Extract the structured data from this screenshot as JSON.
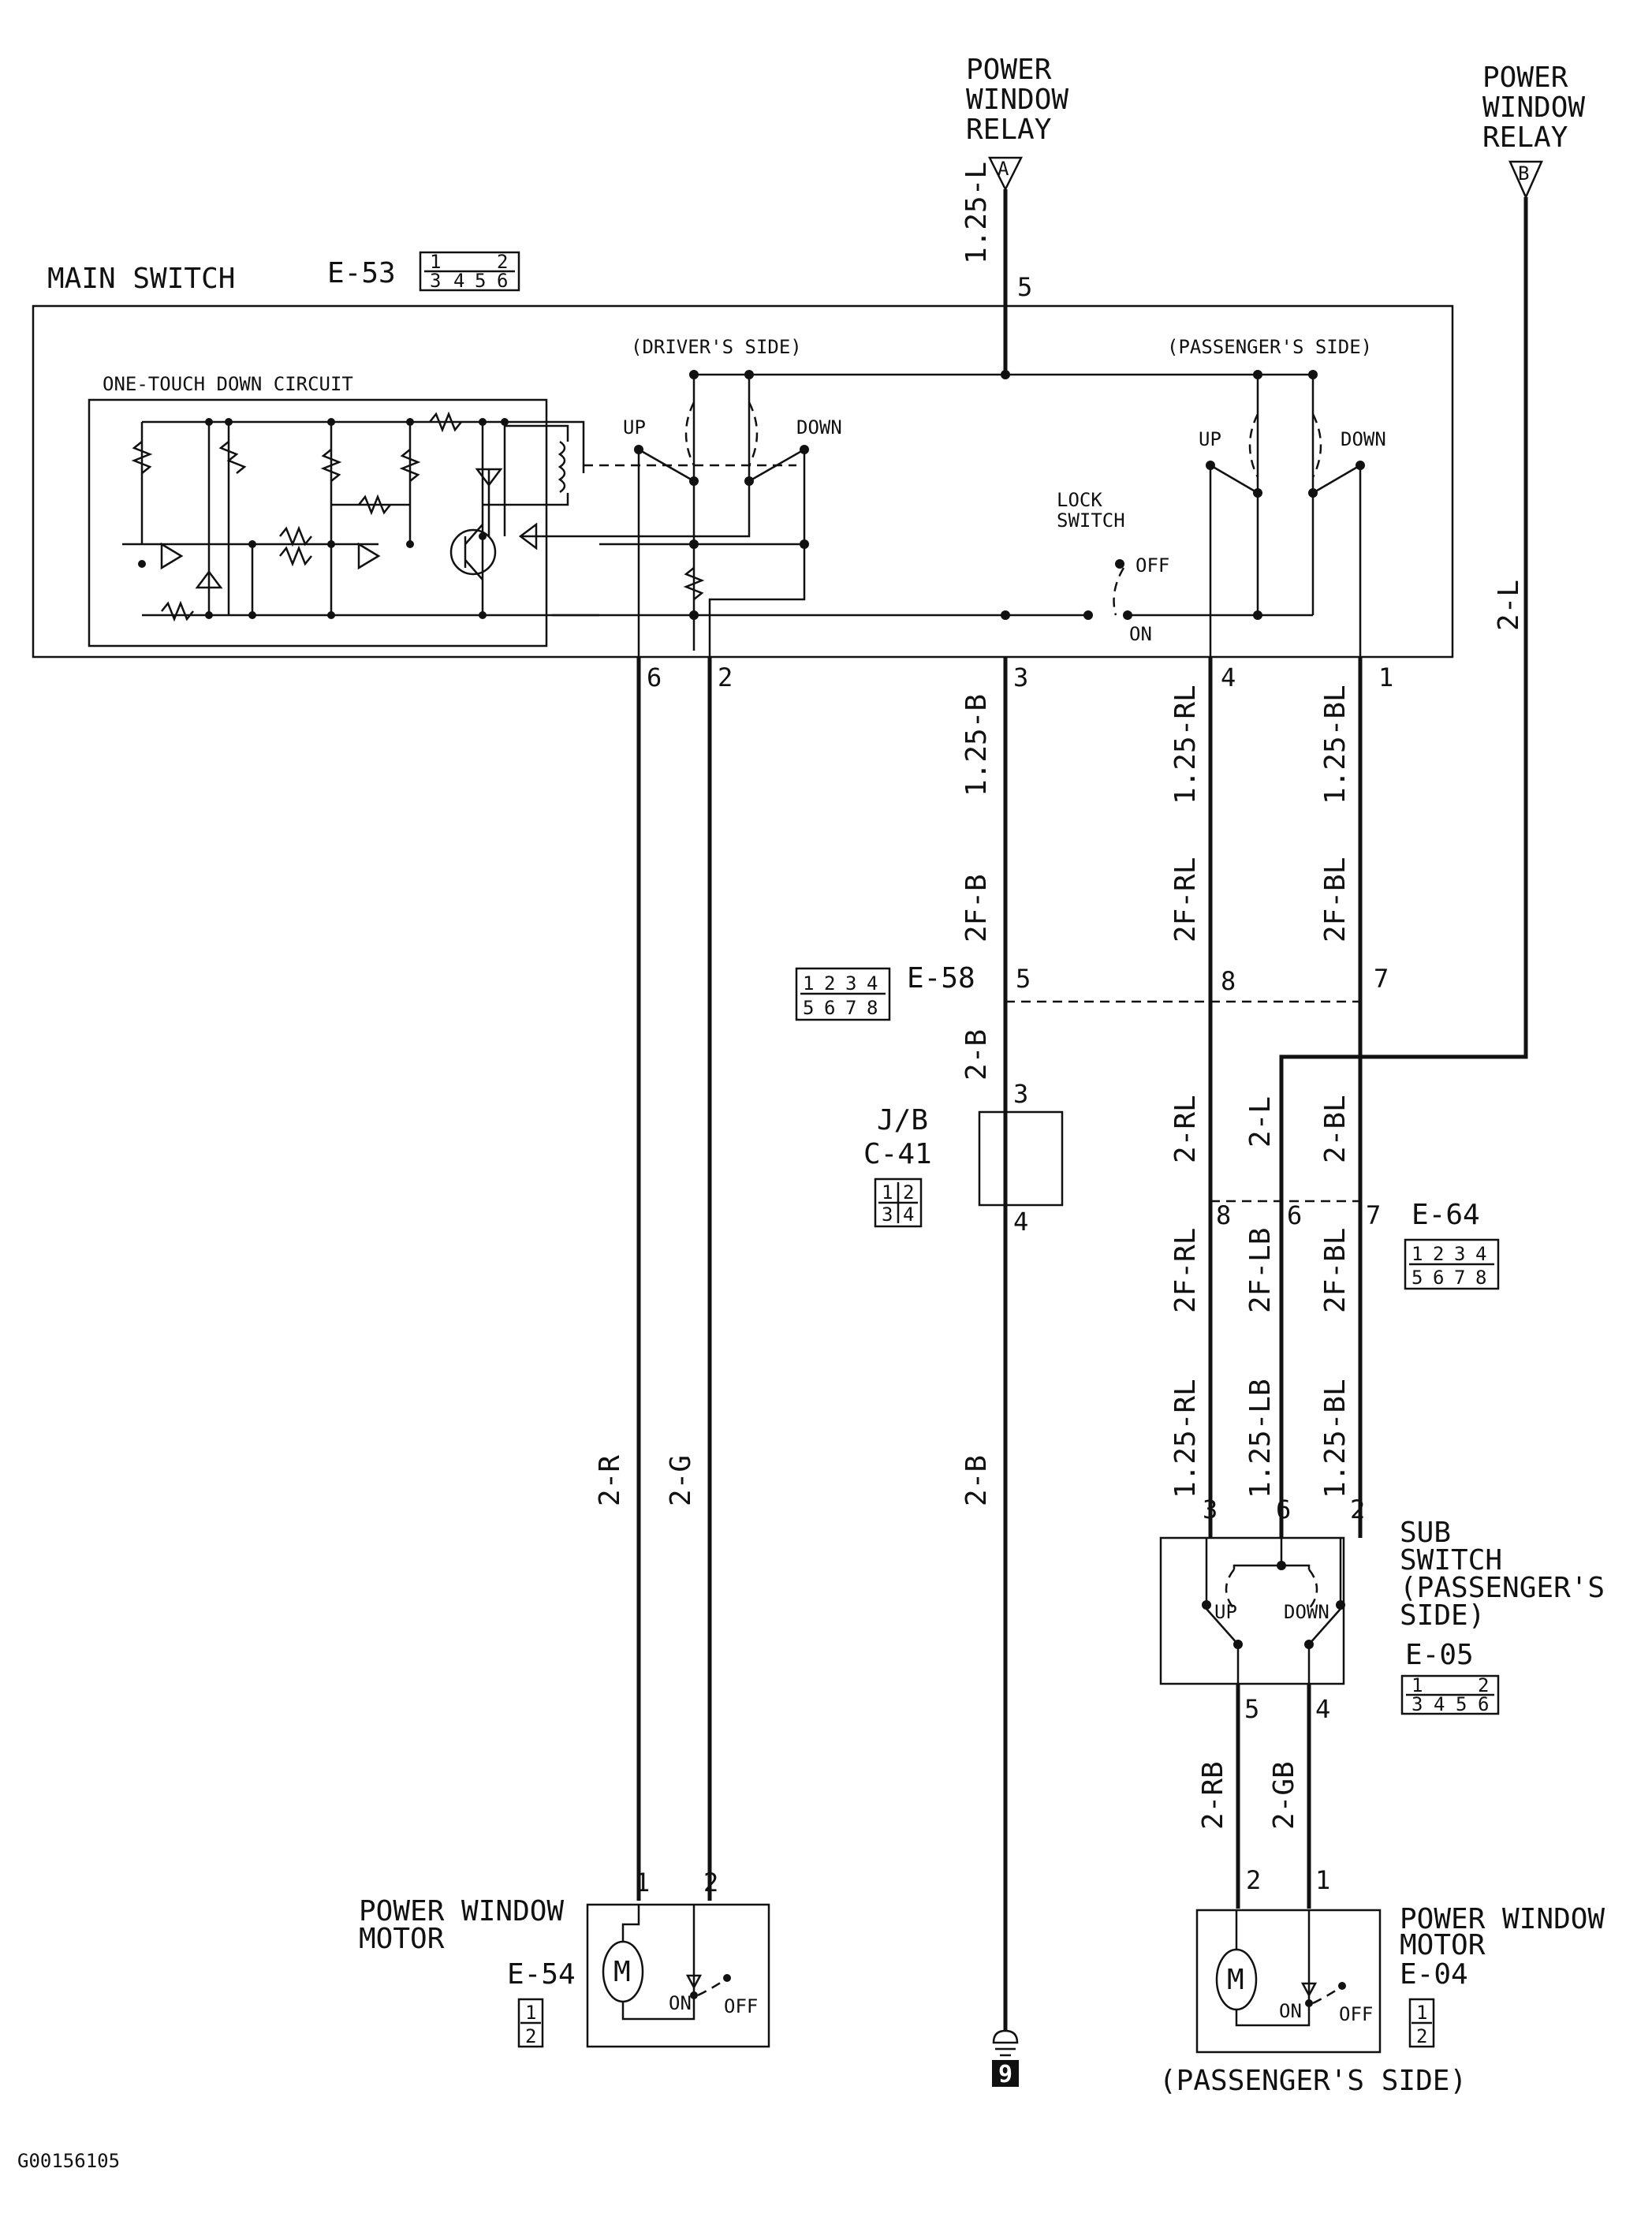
{
  "relay_a": {
    "label_lines": [
      "POWER",
      "WINDOW",
      "RELAY"
    ],
    "terminal": "A"
  },
  "relay_b": {
    "label_lines": [
      "POWER",
      "WINDOW",
      "RELAY"
    ],
    "terminal": "B"
  },
  "main_switch": {
    "label": "MAIN SWITCH",
    "connector": "E-53",
    "connector_pins_top": [
      "1",
      "2"
    ],
    "connector_pins_bottom": [
      "3",
      "4",
      "5",
      "6"
    ],
    "one_touch_label": "ONE-TOUCH DOWN CIRCUIT",
    "drivers_side": "(DRIVER'S SIDE)",
    "passengers_side": "(PASSENGER'S SIDE)",
    "up": "UP",
    "down": "DOWN",
    "lock_switch_lines": [
      "LOCK",
      "SWITCH"
    ],
    "off": "OFF",
    "on": "ON"
  },
  "wires": {
    "relay_a_wire": "1.25-L",
    "relay_b_wire": "2-L",
    "pin5": "5",
    "pin6": "6",
    "pin2": "2",
    "pin3": "3",
    "pin4": "4",
    "pin1": "1",
    "w_3_upper": "1.25-B",
    "w_3_lower": "2F-B",
    "w_4_upper": "1.25-RL",
    "w_4_lower": "2F-RL",
    "w_1_upper": "1.25-BL",
    "w_1_lower": "2F-BL",
    "w_driver_motor_1": "2-R",
    "w_driver_motor_2": "2-G",
    "w_ground": "2-B",
    "w_jb_top": "2-B",
    "w_mid_rl": "2-RL",
    "w_mid_l": "2-L",
    "w_mid_bl": "2-BL",
    "w_low_rl": "2F-RL",
    "w_low_lb": "2F-LB",
    "w_low_bl": "2F-BL",
    "w_sub_rl": "1.25-RL",
    "w_sub_lb": "1.25-LB",
    "w_sub_bl": "1.25-BL",
    "w_motor_rb": "2-RB",
    "w_motor_gb": "2-GB"
  },
  "e58": {
    "label": "E-58",
    "pins_top": [
      "1",
      "2",
      "3",
      "4"
    ],
    "pins_bottom": [
      "5",
      "6",
      "7",
      "8"
    ],
    "p5": "5",
    "p8": "8",
    "p7": "7"
  },
  "jb": {
    "label": "J/B",
    "connector": "C-41",
    "pins_top": [
      "1",
      "2"
    ],
    "pins_bottom": [
      "3",
      "4"
    ],
    "p3": "3",
    "p4": "4"
  },
  "e64": {
    "label": "E-64",
    "pins_top": [
      "1",
      "2",
      "3",
      "4"
    ],
    "pins_bottom": [
      "5",
      "6",
      "7",
      "8"
    ],
    "p8": "8",
    "p6": "6",
    "p7": "7"
  },
  "sub_switch": {
    "label_lines": [
      "SUB",
      "SWITCH",
      "(PASSENGER'S",
      "SIDE)"
    ],
    "connector": "E-05",
    "connector_pins_top": [
      "1",
      "2"
    ],
    "connector_pins_bottom": [
      "3",
      "4",
      "5",
      "6"
    ],
    "up": "UP",
    "down": "DOWN",
    "p3": "3",
    "p6": "6",
    "p2": "2",
    "p5": "5",
    "p4": "4"
  },
  "driver_motor": {
    "label_lines": [
      "POWER WINDOW",
      "MOTOR"
    ],
    "connector": "E-54",
    "pins": [
      "1",
      "2"
    ],
    "p1": "1",
    "p2": "2",
    "m": "M",
    "on": "ON",
    "off": "OFF"
  },
  "passenger_motor": {
    "label_lines": [
      "POWER WINDOW",
      "MOTOR"
    ],
    "connector": "E-04",
    "pins": [
      "1",
      "2"
    ],
    "p2": "2",
    "p1": "1",
    "m": "M",
    "on": "ON",
    "off": "OFF",
    "side_label": "(PASSENGER'S SIDE)"
  },
  "ground": {
    "number": "9"
  },
  "figure_id": "G00156105"
}
